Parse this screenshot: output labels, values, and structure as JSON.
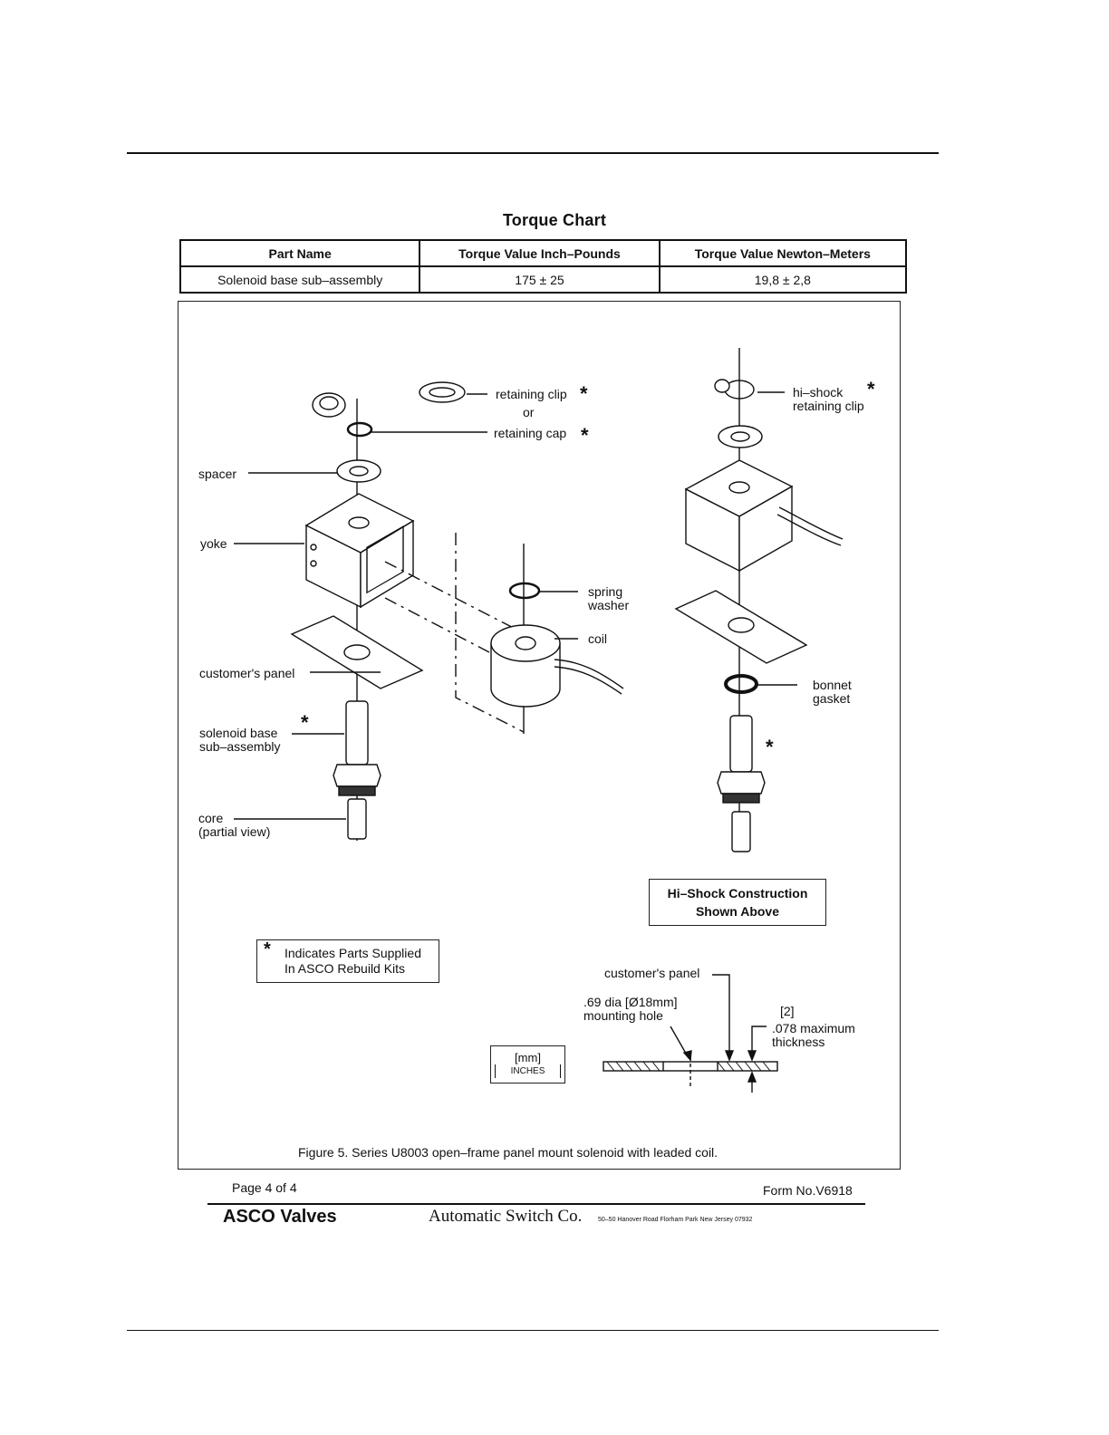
{
  "torque_chart": {
    "title": "Torque Chart",
    "headers": [
      "Part Name",
      "Torque Value Inch–Pounds",
      "Torque Value Newton–Meters"
    ],
    "rows": [
      [
        "Solenoid base sub–assembly",
        "175 ± 25",
        "19,8 ± 2,8"
      ]
    ]
  },
  "figure": {
    "labels": {
      "retaining_clip": "retaining clip",
      "or": "or",
      "retaining_cap": "retaining cap",
      "spacer": "spacer",
      "yoke": "yoke",
      "spring_washer_1": "spring",
      "spring_washer_2": "washer",
      "coil": "coil",
      "customers_panel": "customer's panel",
      "solenoid_base_1": "solenoid base",
      "solenoid_base_2": "sub–assembly",
      "core_1": "core",
      "core_2": "(partial view)",
      "hi_shock_1": "hi–shock",
      "hi_shock_2": "retaining clip",
      "bonnet_1": "bonnet",
      "bonnet_2": "gasket"
    },
    "asterisk": "*",
    "hi_shock_box": {
      "line1": "Hi–Shock Construction",
      "line2": "Shown Above"
    },
    "kit_note": {
      "line1": "Indicates Parts Supplied",
      "line2": "In ASCO Rebuild Kits"
    },
    "units_box": {
      "line1": "[mm]",
      "line2": "INCHES"
    },
    "panel_detail": {
      "customers_panel": "customer's panel",
      "hole_1": ".69 dia [Ø18mm]",
      "hole_2": "mounting hole",
      "mm": "[2]",
      "thick_1": ".078 maximum",
      "thick_2": "thickness"
    },
    "caption": "Figure 5. Series U8003 open–frame panel mount solenoid with leaded coil."
  },
  "footer": {
    "page": "Page 4 of 4",
    "form": "Form No.V6918",
    "brand": "ASCO Valves",
    "company": "Automatic Switch Co.",
    "address": "50–50 Hanover Road  Florham Park  New Jersey 07932"
  }
}
